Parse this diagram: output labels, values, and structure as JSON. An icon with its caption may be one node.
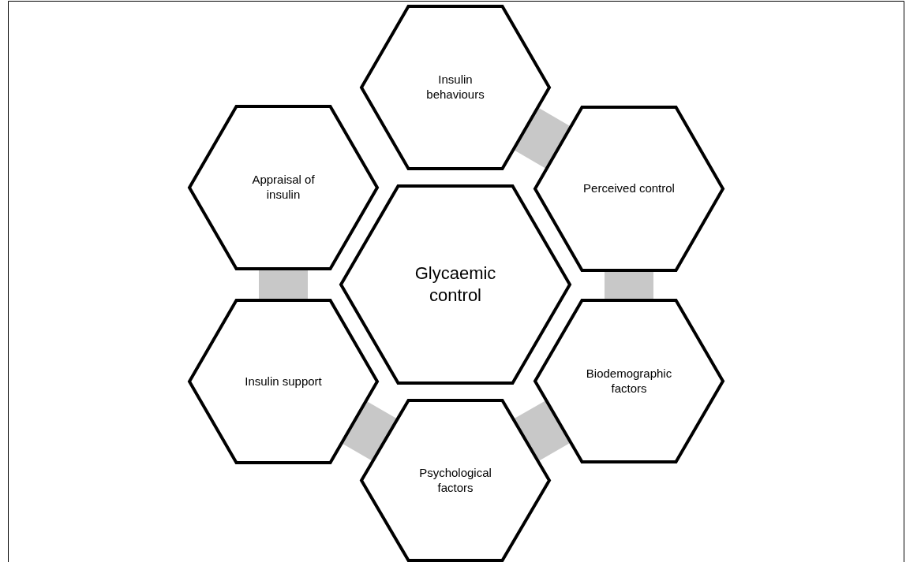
{
  "diagram": {
    "nodes": [
      {
        "text": [
          "Glycaemic control"
        ]
      },
      {
        "text": [
          "Insulin behaviours"
        ]
      },
      {
        "text": [
          "Perceived control"
        ]
      },
      {
        "text": [
          "Biodemographic factors"
        ]
      },
      {
        "text": [
          "Psychological factors"
        ]
      },
      {
        "text": [
          "Insulin support"
        ]
      },
      {
        "text": [
          "Appraisal of insulin"
        ]
      }
    ],
    "edges": [
      {
        "from": 1,
        "to": 2,
        "arrow": "none"
      },
      {
        "from": 2,
        "to": 3,
        "arrow": "none"
      },
      {
        "from": 3,
        "to": 4,
        "arrow": "none"
      },
      {
        "from": 4,
        "to": 5,
        "arrow": "none"
      },
      {
        "from": 5,
        "to": 6,
        "arrow": "none"
      }
    ]
  }
}
